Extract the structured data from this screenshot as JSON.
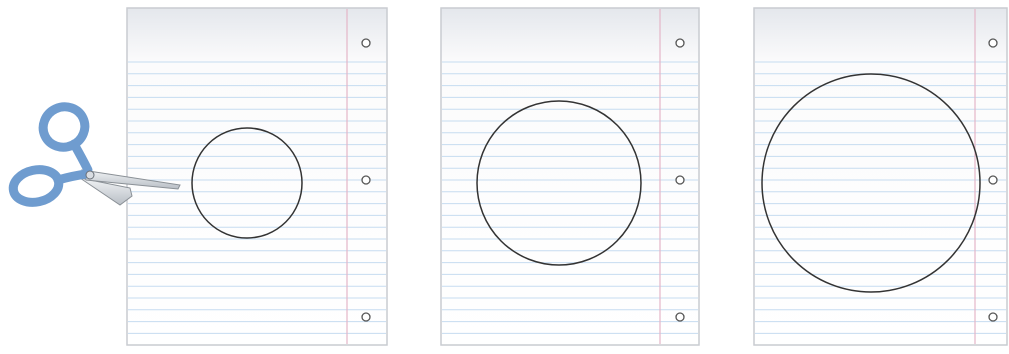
{
  "sheets": [
    {
      "id": "sheet-1",
      "circle": "small"
    },
    {
      "id": "sheet-2",
      "circle": "medium"
    },
    {
      "id": "sheet-3",
      "circle": "large"
    }
  ],
  "colors": {
    "paper": "#ffffff",
    "paper_shade": "#e6e9ee",
    "paper_border": "#c9ccd1",
    "rule_line": "#c6dcf0",
    "margin_line": "#e4b6c8",
    "circle_stroke": "#333333",
    "hole_stroke": "#555555",
    "scissors_handle": "#6f9ccf",
    "scissors_handle_edge": "#4f7fb5",
    "scissors_blade": "#d4d8dd",
    "scissors_blade_edge": "#8a9096"
  },
  "icons": {
    "scissors": "scissors-icon"
  }
}
